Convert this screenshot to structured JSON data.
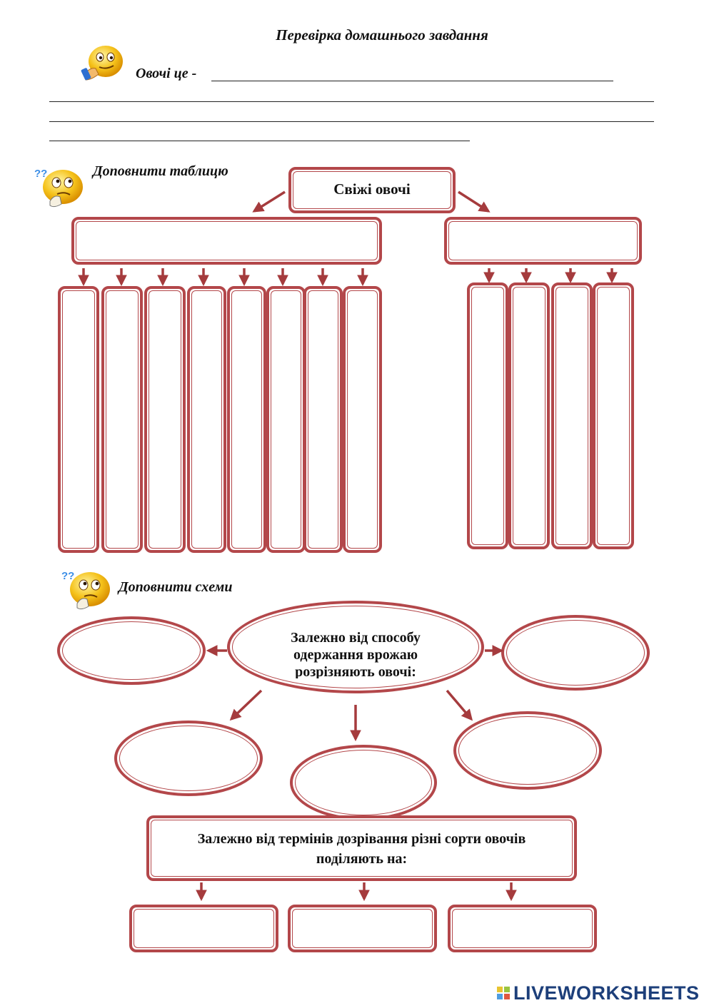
{
  "header": {
    "title": "Перевірка домашнього завдання",
    "question": "Овочі це -"
  },
  "section_table": {
    "heading": "Доповнити таблицю",
    "root_label": "Свіжі овочі"
  },
  "section_scheme": {
    "heading": "Доповнити схеми",
    "center_text_line1": "Залежно від способу",
    "center_text_line2": "одержання врожаю",
    "center_text_line3": "розрізняють овочі:",
    "ripening_line1": "Залежно від термінів дозрівання різні сорти овочів",
    "ripening_line2": "поділяють на:"
  },
  "branding": {
    "logo_text": "LIVEWORKSHEETS"
  },
  "colors": {
    "frame": "#b3474a",
    "arrow": "#a53b3d",
    "logo_text": "#1d3f7a",
    "logo_squares": [
      "#e8c430",
      "#9ac43f",
      "#4f9de0",
      "#e0573f"
    ]
  },
  "icons": {
    "header_icon": "thinking-smiley-icon",
    "table_icon": "question-smiley-icon",
    "scheme_icon": "question-smiley-icon"
  }
}
